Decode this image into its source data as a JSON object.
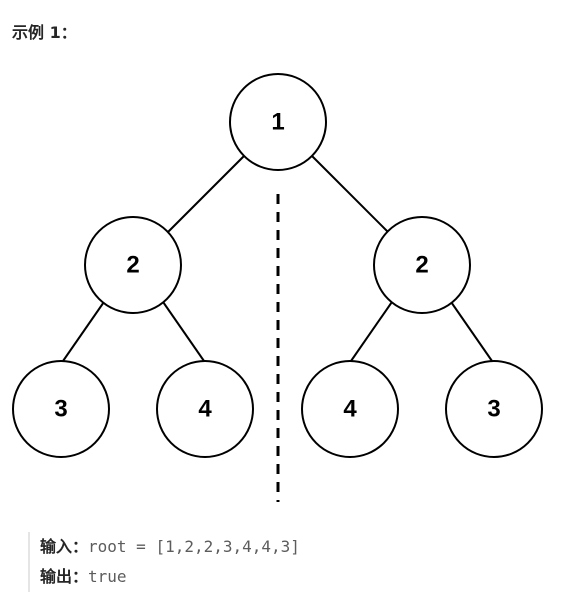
{
  "heading": "示例 1：",
  "tree": {
    "root": "1",
    "left": "2",
    "right": "2",
    "left_left": "3",
    "left_right": "4",
    "right_left": "4",
    "right_right": "3"
  },
  "example": {
    "input_label": "输入：",
    "input_value": "root = [1,2,2,3,4,4,3]",
    "output_label": "输出：",
    "output_value": "true"
  }
}
